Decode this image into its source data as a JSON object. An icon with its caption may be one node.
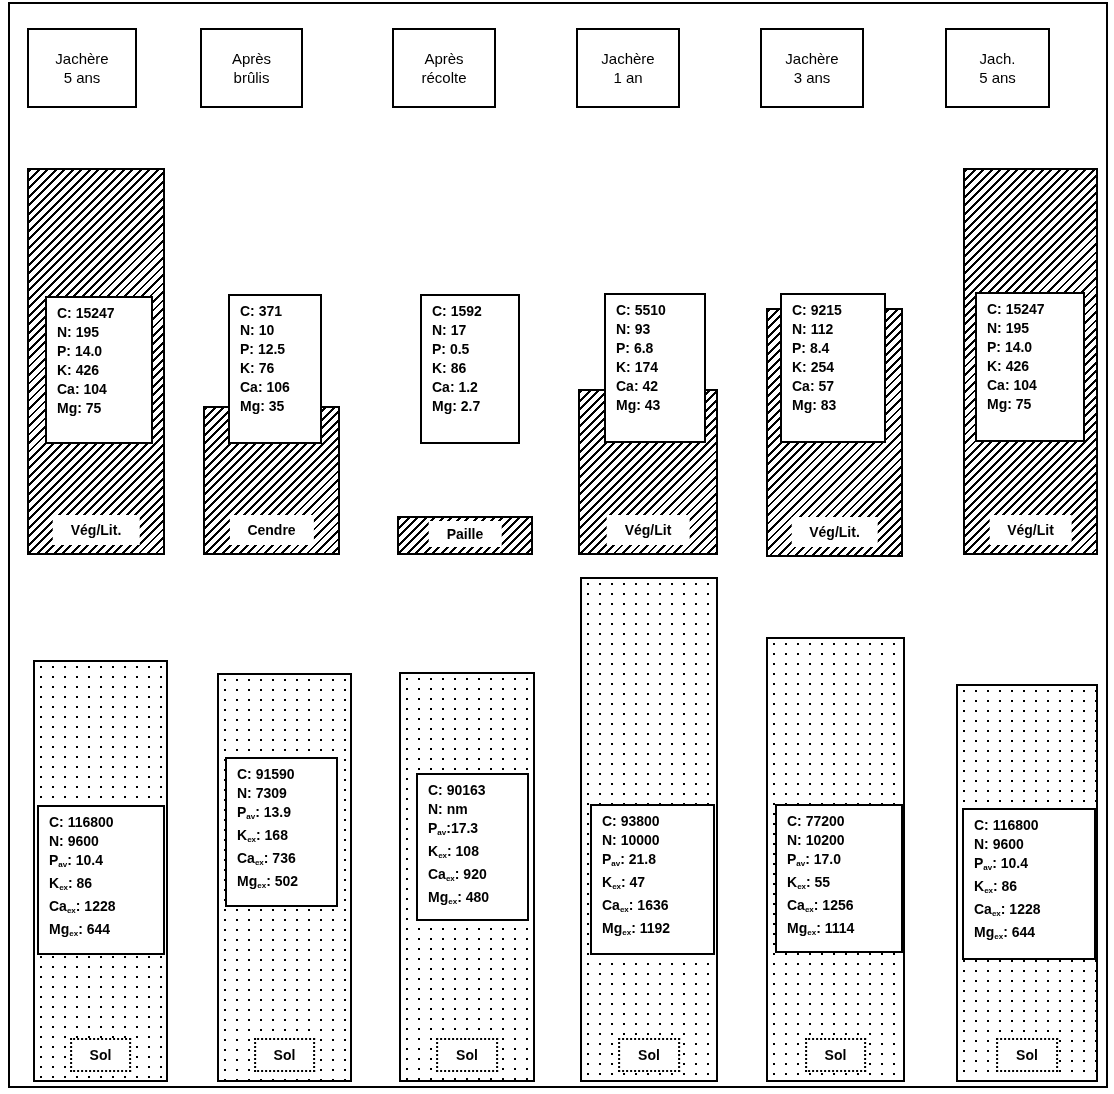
{
  "diagram": {
    "nodes": [
      {
        "text": [
          "Jachère 5 ans"
        ]
      },
      {
        "text": [
          "Après brûlis"
        ]
      },
      {
        "text": [
          "Après récolte"
        ]
      },
      {
        "text": [
          "Jachère 1 an"
        ]
      },
      {
        "text": [
          "Jachère 3 ans"
        ]
      },
      {
        "text": [
          "Jach. 5 ans"
        ]
      },
      {
        "text": [
          "Vég/Lit."
        ]
      },
      {
        "text": [
          "C: 15247",
          "N: 195",
          "P: 14.0",
          "K: 426",
          "Ca: 104",
          "Mg: 75"
        ],
        "in": 6
      },
      {
        "text": [
          "Cendre"
        ]
      },
      {
        "text": [
          "C: 371",
          "N: 10",
          "P: 12.5",
          "K: 76",
          "Ca: 106",
          "Mg: 35"
        ]
      },
      {
        "text": [
          "C: 1592",
          "N: 17",
          "P: 0.5",
          "K: 86",
          "Ca: 1.2",
          "Mg: 2.7"
        ]
      },
      {
        "text": [
          "Paille"
        ]
      },
      {
        "text": [
          "Vég/Lit"
        ]
      },
      {
        "text": [
          "C: 5510",
          "N: 93",
          "P: 6.8",
          "K: 174",
          "Ca: 42",
          "Mg: 43"
        ]
      },
      {
        "text": [
          "Vég/Lit."
        ]
      },
      {
        "text": [
          "C: 9215",
          "N: 112",
          "P: 8.4",
          "K: 254",
          "Ca: 57",
          "Mg: 83"
        ]
      },
      {
        "text": [
          "Vég/Lit"
        ]
      },
      {
        "text": [
          "C: 15247",
          "N: 195",
          "P: 14.0",
          "K: 426",
          "Ca: 104",
          "Mg: 75"
        ],
        "in": 16
      },
      {
        "text": [
          "Sol"
        ]
      },
      {
        "text": [
          "C: 116800",
          "N: 9600",
          "P$_{av}$: 10.4",
          "K$_{ex}$: 86",
          "Ca$_{ex}$: 1228",
          "Mg$_{ex}$: 644"
        ],
        "in": 18
      },
      {
        "text": [
          "Sol"
        ]
      },
      {
        "text": [
          "C: 91590",
          "N: 7309",
          "P$_{av}$: 13.9",
          "K$_{ex}$: 168",
          "Ca$_{ex}$: 736",
          "Mg$_{ex}$: 502"
        ],
        "in": 20
      },
      {
        "text": [
          "Sol"
        ]
      },
      {
        "text": [
          "C: 90163",
          "N: nm",
          "P$_{av}$:17.3",
          "K$_{ex}$: 108",
          "Ca$_{ex}$: 920",
          "Mg$_{ex}$: 480"
        ],
        "in": 22
      },
      {
        "text": [
          "Sol"
        ]
      },
      {
        "text": [
          "C: 93800",
          "N: 10000",
          "P$_{av}$: 21.8",
          "K$_{ex}$: 47",
          "Ca$_{ex}$: 1636",
          "Mg$_{ex}$: 1192"
        ],
        "in": 24
      },
      {
        "text": [
          "Sol"
        ]
      },
      {
        "text": [
          "C: 77200",
          "N: 10200",
          "P$_{av}$: 17.0",
          "K$_{ex}$: 55",
          "Ca$_{ex}$: 1256",
          "Mg$_{ex}$: 1114"
        ],
        "in": 26
      },
      {
        "text": [
          "Sol"
        ]
      },
      {
        "text": [
          "C: 116800",
          "N: 9600",
          "P$_{av}$: 10.4",
          "K$_{ex}$: 86",
          "Ca$_{ex}$: 1228",
          "Mg$_{ex}$: 644"
        ],
        "in": 28
      }
    ],
    "edges": []
  }
}
